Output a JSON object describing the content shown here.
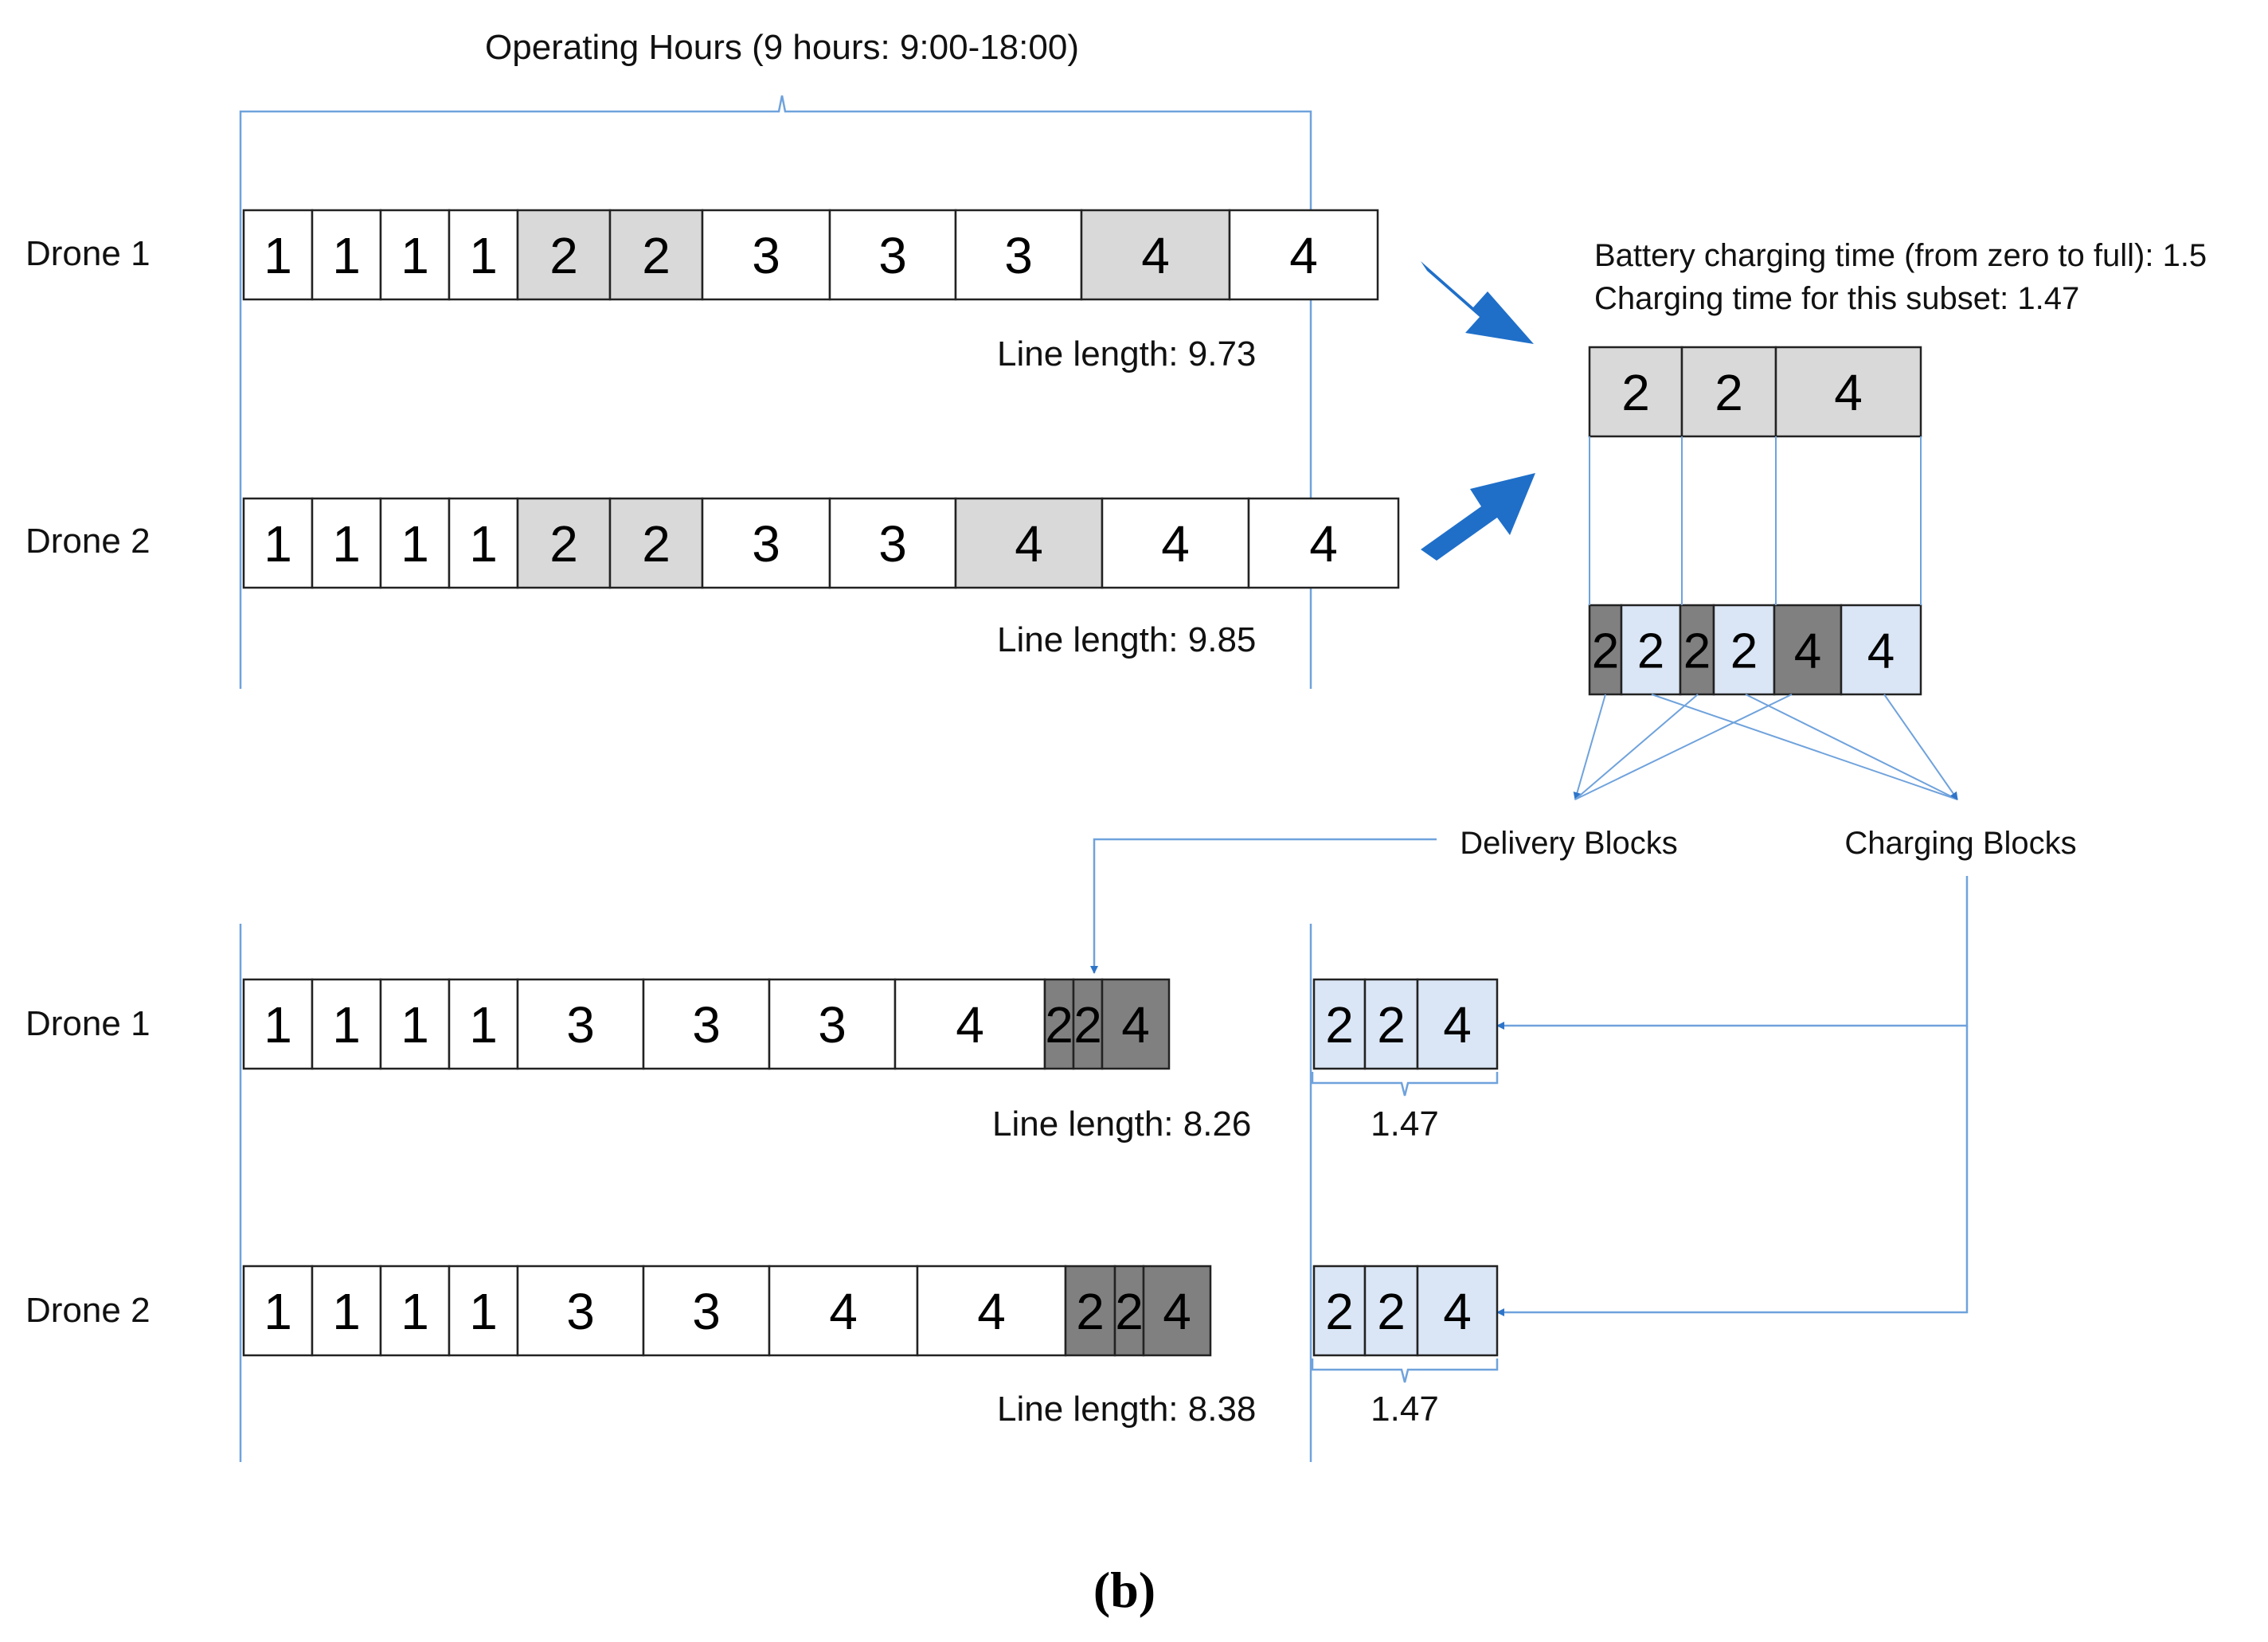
{
  "header": {
    "operating_hours": "Operating Hours (9 hours: 9:00-18:00)"
  },
  "colors": {
    "white_block": "#ffffff",
    "light_grey_block": "#d9d9d9",
    "dark_grey_block": "#808080",
    "light_blue_block": "#dae6f5",
    "accent_blue": "#2e75c9",
    "guide_blue": "#6fa2dc",
    "arrow_blue": "#1f6fc9",
    "border": "#222222"
  },
  "top": {
    "drone1": {
      "label": "Drone 1",
      "blocks": [
        {
          "t": "1",
          "c": "white"
        },
        {
          "t": "1",
          "c": "white"
        },
        {
          "t": "1",
          "c": "white"
        },
        {
          "t": "1",
          "c": "white"
        },
        {
          "t": "2",
          "c": "light_grey"
        },
        {
          "t": "2",
          "c": "light_grey"
        },
        {
          "t": "3",
          "c": "white"
        },
        {
          "t": "3",
          "c": "white"
        },
        {
          "t": "3",
          "c": "white"
        },
        {
          "t": "4",
          "c": "light_grey"
        },
        {
          "t": "4",
          "c": "white"
        }
      ],
      "line_length": "Line length: 9.73"
    },
    "drone2": {
      "label": "Drone 2",
      "blocks": [
        {
          "t": "1",
          "c": "white"
        },
        {
          "t": "1",
          "c": "white"
        },
        {
          "t": "1",
          "c": "white"
        },
        {
          "t": "1",
          "c": "white"
        },
        {
          "t": "2",
          "c": "light_grey"
        },
        {
          "t": "2",
          "c": "light_grey"
        },
        {
          "t": "3",
          "c": "white"
        },
        {
          "t": "3",
          "c": "white"
        },
        {
          "t": "4",
          "c": "light_grey"
        },
        {
          "t": "4",
          "c": "white"
        },
        {
          "t": "4",
          "c": "white"
        }
      ],
      "line_length": "Line length: 9.85"
    }
  },
  "subset": {
    "battery_text": "Battery charging time (from zero to full): 1.5",
    "charging_text": "Charging time for this subset: 1.47",
    "blocks": [
      {
        "t": "2",
        "c": "light_grey"
      },
      {
        "t": "2",
        "c": "light_grey"
      },
      {
        "t": "4",
        "c": "light_grey"
      }
    ],
    "split_blocks": [
      {
        "t": "2",
        "c": "dark_grey"
      },
      {
        "t": "2",
        "c": "light_blue"
      },
      {
        "t": "2",
        "c": "dark_grey"
      },
      {
        "t": "2",
        "c": "light_blue"
      },
      {
        "t": "4",
        "c": "dark_grey"
      },
      {
        "t": "4",
        "c": "light_blue"
      }
    ],
    "delivery_label": "Delivery Blocks",
    "charging_label": "Charging Blocks"
  },
  "bottom": {
    "drone1": {
      "label": "Drone 1",
      "blocks": [
        {
          "t": "1",
          "c": "white"
        },
        {
          "t": "1",
          "c": "white"
        },
        {
          "t": "1",
          "c": "white"
        },
        {
          "t": "1",
          "c": "white"
        },
        {
          "t": "3",
          "c": "white"
        },
        {
          "t": "3",
          "c": "white"
        },
        {
          "t": "3",
          "c": "white"
        },
        {
          "t": "4",
          "c": "white"
        },
        {
          "t": "2",
          "c": "dark_grey"
        },
        {
          "t": "2",
          "c": "dark_grey"
        },
        {
          "t": "4",
          "c": "dark_grey"
        }
      ],
      "line_length": "Line length: 8.26",
      "charging_blocks": [
        {
          "t": "2",
          "c": "light_blue"
        },
        {
          "t": "2",
          "c": "light_blue"
        },
        {
          "t": "4",
          "c": "light_blue"
        }
      ],
      "charging_value": "1.47"
    },
    "drone2": {
      "label": "Drone 2",
      "blocks": [
        {
          "t": "1",
          "c": "white"
        },
        {
          "t": "1",
          "c": "white"
        },
        {
          "t": "1",
          "c": "white"
        },
        {
          "t": "1",
          "c": "white"
        },
        {
          "t": "3",
          "c": "white"
        },
        {
          "t": "3",
          "c": "white"
        },
        {
          "t": "4",
          "c": "white"
        },
        {
          "t": "4",
          "c": "white"
        },
        {
          "t": "2",
          "c": "dark_grey"
        },
        {
          "t": "2",
          "c": "dark_grey"
        },
        {
          "t": "4",
          "c": "dark_grey"
        }
      ],
      "line_length": "Line length: 8.38",
      "charging_blocks": [
        {
          "t": "2",
          "c": "light_blue"
        },
        {
          "t": "2",
          "c": "light_blue"
        },
        {
          "t": "4",
          "c": "light_blue"
        }
      ],
      "charging_value": "1.47"
    }
  },
  "caption": "(b)"
}
